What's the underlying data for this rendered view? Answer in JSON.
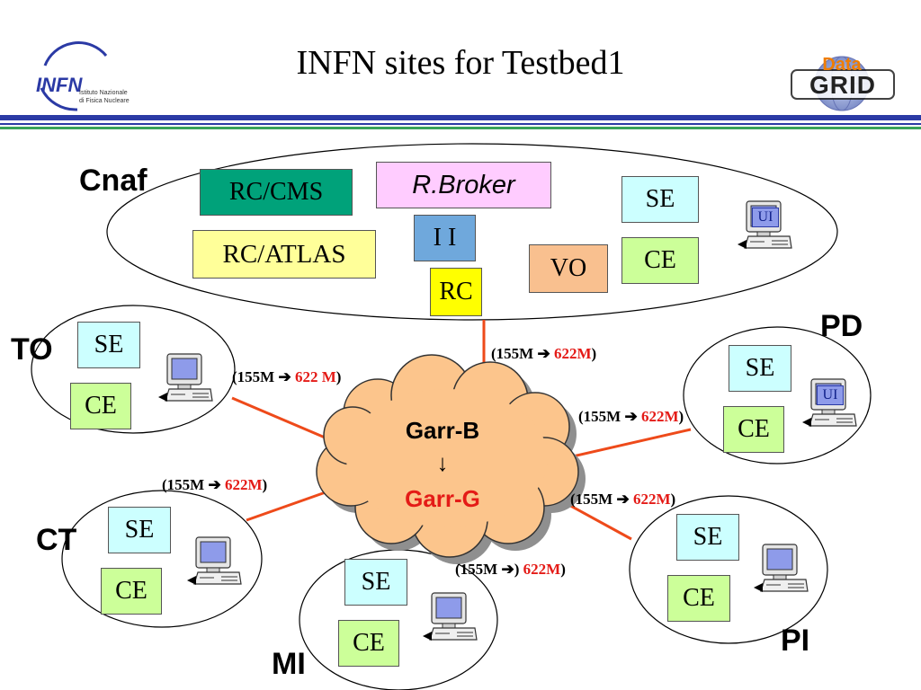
{
  "title": "INFN sites for Testbed1",
  "logos": {
    "infn": {
      "mark": "INFN",
      "line1": "Istituto Nazionale",
      "line2": "di Fisica Nucleare"
    },
    "datagrid": {
      "word1": "Data",
      "word2": "GRID"
    }
  },
  "colors": {
    "rc_cms": "#00a27a",
    "rc_atlas": "#ffff99",
    "broker": "#ffccff",
    "ii": "#6fa8dc",
    "rc": "#ffff00",
    "vo": "#f9c08f",
    "se": "#ccffff",
    "ce": "#ccff99",
    "link": "#ee4a1a",
    "cloud": "#fcc58c"
  },
  "sites": {
    "cnaf": {
      "label": "Cnaf",
      "rc_cms": "RC/CMS",
      "rc_atlas": "RC/ATLAS",
      "broker": "R.Broker",
      "ii": "I I",
      "rc": "RC",
      "vo": "VO",
      "se": "SE",
      "ce": "CE",
      "ui": "UI"
    },
    "to": {
      "label": "TO",
      "se": "SE",
      "ce": "CE"
    },
    "pd": {
      "label": "PD",
      "se": "SE",
      "ce": "CE",
      "ui": "UI"
    },
    "ct": {
      "label": "CT",
      "se": "SE",
      "ce": "CE"
    },
    "mi": {
      "label": "MI",
      "se": "SE",
      "ce": "CE"
    },
    "pi": {
      "label": "PI",
      "se": "SE",
      "ce": "CE"
    }
  },
  "network": {
    "from": "Garr-B",
    "arrow": "➔",
    "down_arrow": "↓",
    "to": "Garr-G"
  },
  "links": {
    "cnaf": {
      "a": "(155M ",
      "b": "622M",
      "c": ")"
    },
    "to": {
      "a": "(155M  ",
      "b": "622 M",
      "c": ")"
    },
    "pd": {
      "a": "(155M ",
      "b": "622M",
      "c": ")"
    },
    "ct": {
      "a": "(155M ",
      "b": "622M",
      "c": ")"
    },
    "pi": {
      "a": "(155M ",
      "b": "622M",
      "c": ")"
    },
    "mi": {
      "a": "(155M ",
      "b": "622M",
      "c": ")",
      "d": ") "
    }
  }
}
